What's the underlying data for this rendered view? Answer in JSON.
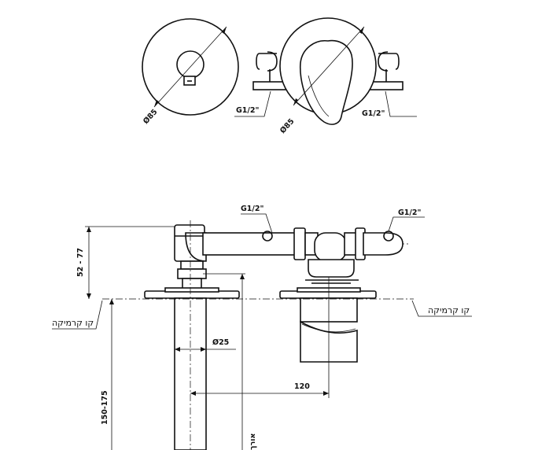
{
  "labels": {
    "front_left_diameter": "Ø85",
    "front_right_diameter": "Ø85",
    "front_thread_left": "G1/2\"",
    "front_thread_right": "G1/2\"",
    "side_thread_top": "G1/2\"",
    "side_thread_right": "G1/2\"",
    "height_range": "52 - 77",
    "spout_diameter": "Ø25",
    "offset_120": "120",
    "depth_range": "150-175",
    "spout_length": "אורך",
    "tile_line_left": "קו קרמיקה",
    "tile_line_right": "קו קרמיקה"
  }
}
